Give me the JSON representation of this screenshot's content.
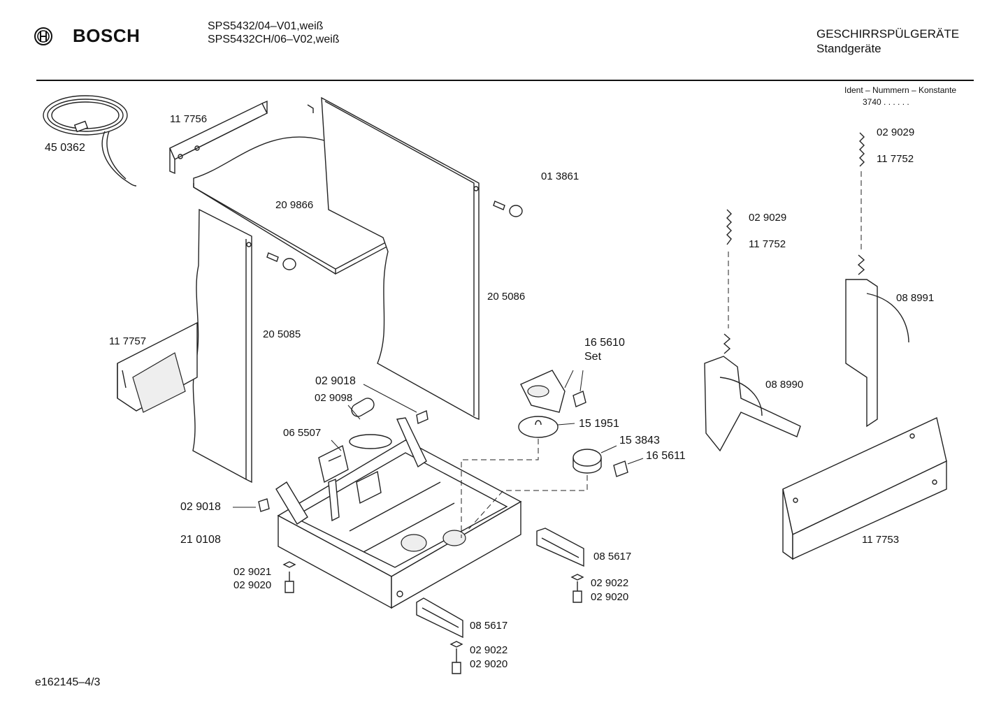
{
  "header": {
    "brand": "BOSCH",
    "model_line1": "SPS5432/04–V01,weiß",
    "model_line2": "SPS5432CH/06–V02,weiß",
    "category": "GESCHIRRSPÜLGERÄTE",
    "subcategory": "Standgeräte",
    "ident_label": "Ident – Nummern – Konstante",
    "ident_value": "3740 . . . . . ."
  },
  "footer": {
    "doc_id": "e162145–4/3"
  },
  "labels": {
    "l450362": "45 0362",
    "l117756": "11 7756",
    "l209866": "20 9866",
    "l013861": "01 3861",
    "l205086": "20 5086",
    "l205085": "20 5085",
    "l117757": "11 7757",
    "l165610": "16 5610",
    "lset": "Set",
    "l029018a": "02 9018",
    "l029098": "02 9098",
    "l065507": "06 5507",
    "l151951": "15 1951",
    "l153843": "15 3843",
    "l165611": "16 5611",
    "l029018b": "02 9018",
    "l210108": "21 0108",
    "l029021": "02 9021",
    "l029020a": "02 9020",
    "l085617a": "08 5617",
    "l029022a": "02 9022",
    "l029020b": "02 9020",
    "l085617b": "08 5617",
    "l029022b": "02 9022",
    "l029020c": "02 9020",
    "l029029a": "02 9029",
    "l117752a": "11 7752",
    "l029029b": "02 9029",
    "l117752b": "11 7752",
    "l088991": "08 8991",
    "l088990": "08 8990",
    "l117753": "11 7753"
  }
}
